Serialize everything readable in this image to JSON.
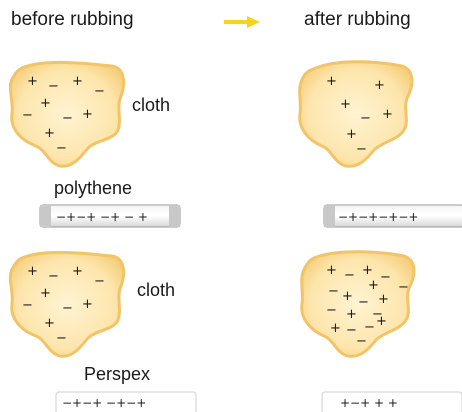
{
  "headers": {
    "before": "before rubbing",
    "after": "after rubbing"
  },
  "colors": {
    "arrow": "#f5d41a",
    "cloth_fill": "#fde7b0",
    "cloth_edge": "#f3c66a",
    "rod_gray": "#c8c8c8",
    "rod_outline": "#d0d0d0"
  },
  "rows": [
    {
      "cloth_label": "cloth",
      "rod_label": "polythene",
      "before_cloth_charges": [
        "+",
        "−",
        "+",
        "−",
        "+",
        "−",
        "−",
        "+",
        "+",
        "−"
      ],
      "before_rod_charges": "−+−+ −+ − +",
      "after_cloth_charges": [
        "+",
        "+",
        "+",
        "−",
        "+",
        "+",
        "−"
      ],
      "after_rod_charges": "−+−+−+−+"
    },
    {
      "cloth_label": "cloth",
      "rod_label": "Perspex",
      "before_cloth_charges": [
        "+",
        "−",
        "+",
        "−",
        "+",
        "−",
        "−",
        "+",
        "+",
        "−"
      ],
      "before_rod_charges": "−+−+ −+−+",
      "after_cloth_charges": [
        "+",
        "−",
        "+",
        "−",
        "+",
        "−",
        "+",
        "−",
        "+",
        "−",
        "+",
        "−",
        "−",
        "+",
        "−",
        "−",
        "+",
        "−"
      ],
      "after_rod_charges": "+−+ + +"
    }
  ]
}
